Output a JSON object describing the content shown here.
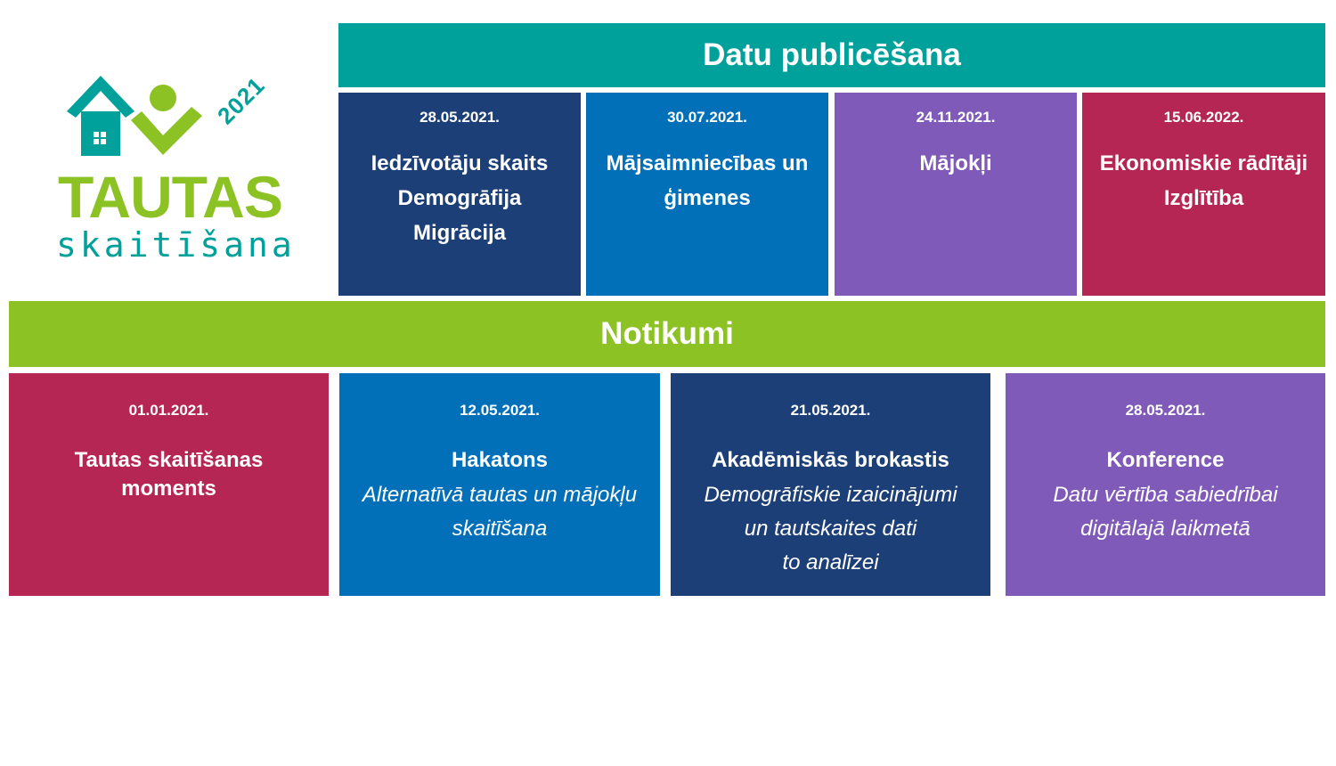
{
  "logo": {
    "year": "2021",
    "title": "TAUTAS",
    "subtitle": "skaitīšana",
    "colors": {
      "teal": "#00a19a",
      "green": "#8cc224"
    }
  },
  "publication": {
    "heading": "Datu publicēšana",
    "color": "#00a19a",
    "cards": [
      {
        "date": "28.05.2021.",
        "lines": [
          "Iedzīvotāju skaits",
          "Demogrāfija",
          "Migrācija"
        ],
        "color": "#1d3f78"
      },
      {
        "date": "30.07.2021.",
        "lines": [
          "Mājsaimniecības un",
          "ģimenes"
        ],
        "color": "#0270b8"
      },
      {
        "date": "24.11.2021.",
        "lines": [
          "Mājokļi"
        ],
        "color": "#7f5ab9"
      },
      {
        "date": "15.06.2022.",
        "lines": [
          "Ekonomiskie rādītāji",
          "Izglītība"
        ],
        "color": "#b62655"
      }
    ]
  },
  "events": {
    "heading": "Notikumi",
    "color": "#8cc224",
    "cards": [
      {
        "date": "01.01.2021.",
        "title_lines": [
          "Tautas skaitīšanas",
          "moments"
        ],
        "sub_lines": [],
        "color": "#b62655"
      },
      {
        "date": "12.05.2021.",
        "title_lines": [
          "Hakatons"
        ],
        "sub_lines": [
          "Alternatīvā tautas un mājokļu",
          "skaitīšana"
        ],
        "color": "#0270b8"
      },
      {
        "date": "21.05.2021.",
        "title_lines": [
          "Akadēmiskās brokastis"
        ],
        "sub_lines": [
          "Demogrāfiskie izaicinājumi",
          "un tautskaites dati",
          "to analīzei"
        ],
        "color": "#1d3f78"
      },
      {
        "date": "28.05.2021.",
        "title_lines": [
          "Konference"
        ],
        "sub_lines": [
          "Datu vērtība sabiedrībai",
          "digitālajā laikmetā"
        ],
        "color": "#7f5ab9"
      }
    ]
  }
}
